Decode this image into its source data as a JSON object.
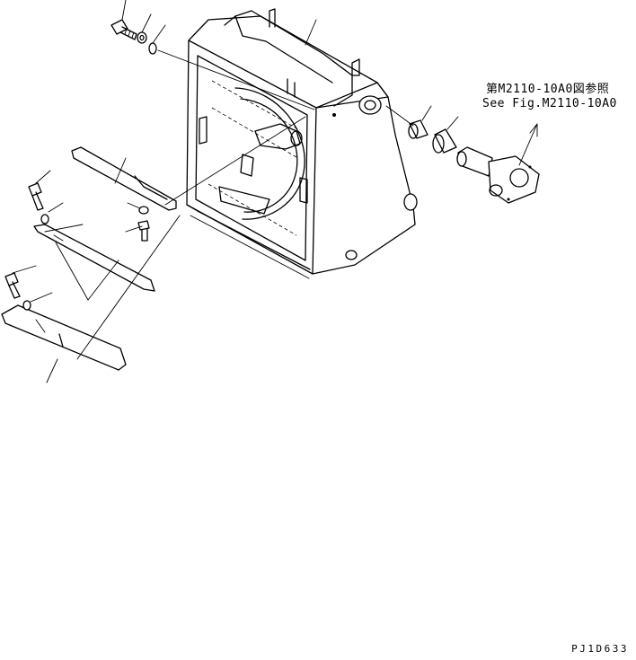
{
  "reference_note": {
    "japanese": "第M2110-10A0図参照",
    "english": "See Fig.M2110-10A0"
  },
  "drawing_code": "PJ1D633"
}
